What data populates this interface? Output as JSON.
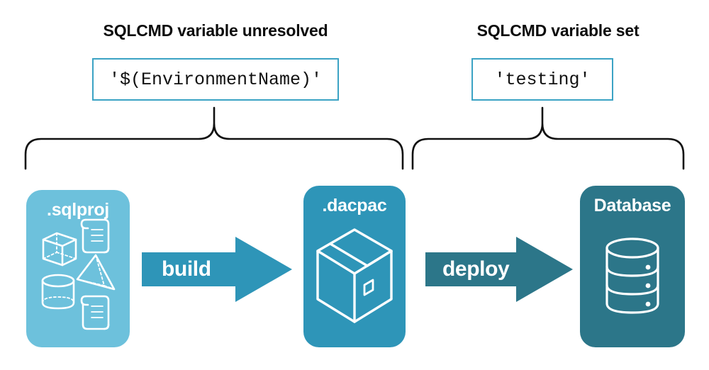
{
  "page": {
    "title": "SQLCMD variable resolution in build and deploy pipeline",
    "background": "#ffffff"
  },
  "sections": [
    {
      "id": "unresolved",
      "heading": "SQLCMD variable unresolved",
      "code_value": "'$(EnvironmentName)'",
      "brace": "left-brace",
      "spans": [
        ".sqlproj",
        "build",
        ".dacpac"
      ]
    },
    {
      "id": "set",
      "heading": "SQLCMD variable set",
      "code_value": "'testing'",
      "brace": "right-brace",
      "spans": [
        ".dacpac",
        "deploy",
        "Database"
      ]
    }
  ],
  "stages": [
    {
      "id": "sqlproj",
      "label": ".sqlproj",
      "color": "#6DC1DC",
      "icons": [
        "cube-icon",
        "scroll-icon",
        "pyramid-icon",
        "cylinder-icon",
        "scroll-icon"
      ]
    },
    {
      "id": "dacpac",
      "label": ".dacpac",
      "color": "#2E95B8",
      "icons": [
        "package-box-icon"
      ]
    },
    {
      "id": "database",
      "label": "Database",
      "color": "#2C7689",
      "icons": [
        "database-cylinder-icon"
      ]
    }
  ],
  "arrows": [
    {
      "id": "build",
      "label": "build",
      "color": "#2E95B8",
      "direction": "right"
    },
    {
      "id": "deploy",
      "label": "deploy",
      "color": "#2C7689",
      "direction": "right"
    }
  ],
  "colors": {
    "accent_light": "#6DC1DC",
    "accent_mid": "#2E95B8",
    "accent_dark": "#2C7689",
    "code_border": "#3BA3C4",
    "brace_stroke": "#111111",
    "text": "#0c0c0c",
    "white": "#ffffff"
  }
}
